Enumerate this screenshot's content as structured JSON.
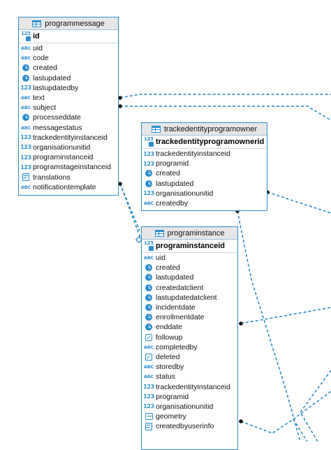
{
  "entities": [
    {
      "name": "programmessage",
      "pk": {
        "name": "id",
        "type": "numeric"
      },
      "columns": [
        {
          "name": "uid",
          "type": "text"
        },
        {
          "name": "code",
          "type": "text"
        },
        {
          "name": "created",
          "type": "datetime"
        },
        {
          "name": "lastupdated",
          "type": "datetime"
        },
        {
          "name": "lastupdatedby",
          "type": "numeric"
        },
        {
          "name": "text",
          "type": "text"
        },
        {
          "name": "subject",
          "type": "text"
        },
        {
          "name": "processeddate",
          "type": "datetime"
        },
        {
          "name": "messagestatus",
          "type": "text"
        },
        {
          "name": "trackedentityinstanceid",
          "type": "numeric"
        },
        {
          "name": "organisationunitid",
          "type": "numeric"
        },
        {
          "name": "programinstanceid",
          "type": "numeric"
        },
        {
          "name": "programstageinstanceid",
          "type": "numeric"
        },
        {
          "name": "translations",
          "type": "json"
        },
        {
          "name": "notificationtemplate",
          "type": "text"
        }
      ]
    },
    {
      "name": "trackedentityprogramowner",
      "pk": {
        "name": "trackedentityprogramownerid",
        "type": "numeric"
      },
      "columns": [
        {
          "name": "trackedentityinstanceid",
          "type": "numeric"
        },
        {
          "name": "programid",
          "type": "numeric"
        },
        {
          "name": "created",
          "type": "datetime"
        },
        {
          "name": "lastupdated",
          "type": "datetime"
        },
        {
          "name": "organisationunitid",
          "type": "numeric"
        },
        {
          "name": "createdby",
          "type": "text"
        }
      ]
    },
    {
      "name": "programinstance",
      "pk": {
        "name": "programinstanceid",
        "type": "numeric"
      },
      "columns": [
        {
          "name": "uid",
          "type": "text"
        },
        {
          "name": "created",
          "type": "datetime"
        },
        {
          "name": "lastupdated",
          "type": "datetime"
        },
        {
          "name": "createdatclient",
          "type": "datetime"
        },
        {
          "name": "lastupdatedatclient",
          "type": "datetime"
        },
        {
          "name": "incidentdate",
          "type": "datetime"
        },
        {
          "name": "enrollmentdate",
          "type": "datetime"
        },
        {
          "name": "enddate",
          "type": "datetime"
        },
        {
          "name": "followup",
          "type": "boolean"
        },
        {
          "name": "completedby",
          "type": "text"
        },
        {
          "name": "deleted",
          "type": "boolean"
        },
        {
          "name": "storedby",
          "type": "text"
        },
        {
          "name": "status",
          "type": "text"
        },
        {
          "name": "trackedentityinstanceid",
          "type": "numeric"
        },
        {
          "name": "programid",
          "type": "numeric"
        },
        {
          "name": "organisationunitid",
          "type": "numeric"
        },
        {
          "name": "geometry",
          "type": "geometry"
        },
        {
          "name": "createdbyuserinfo",
          "type": "json"
        }
      ]
    }
  ],
  "colors": {
    "accent": "#2b8fd0",
    "header_bg": "#e6e6e6",
    "line": "#1f84c6"
  }
}
